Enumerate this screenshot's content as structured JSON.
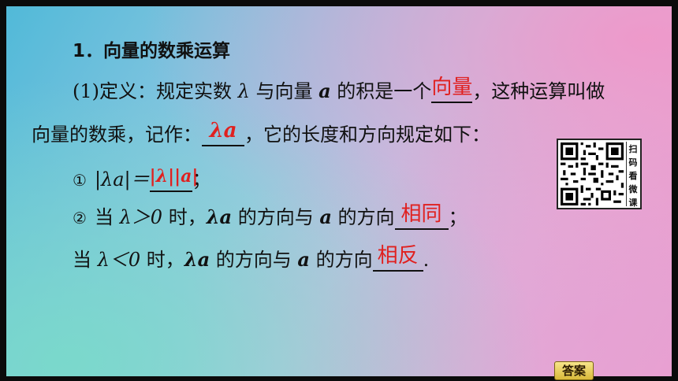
{
  "title": "1．向量的数乘运算",
  "line1": {
    "prefix": "(1)定义：规定实数 ",
    "lambda": "λ",
    "mid": " 与向量 ",
    "a": "a",
    "mid2": " 的积是一个",
    "answer": "向量",
    "suffix": "，这种运算叫做"
  },
  "line2": {
    "prefix": "向量的数乘，记作：",
    "answer": "λa",
    "suffix": "，它的长度和方向规定如下："
  },
  "line3": {
    "marker": "①",
    "expr": "|λa|＝",
    "answer": "|λ||a|",
    "suffix": "；"
  },
  "line4": {
    "marker": "②",
    "prefix": "当 ",
    "cond": "λ＞0",
    "mid": " 时，",
    "la": "λa",
    "mid2": " 的方向与 ",
    "a": "a",
    "mid3": " 的方向",
    "answer": "相同",
    "suffix": "；"
  },
  "line5": {
    "prefix": "当 ",
    "cond": "λ＜0",
    "mid": " 时，",
    "la": "λa",
    "mid2": " 的方向与 ",
    "a": "a",
    "mid3": " 的方向",
    "answer": "相反",
    "suffix": "."
  },
  "qr_label": [
    "扫",
    "码",
    "看",
    "微",
    "课"
  ],
  "answer_button": "答案",
  "colors": {
    "answer_red": "#e0201f",
    "text": "#111111"
  }
}
